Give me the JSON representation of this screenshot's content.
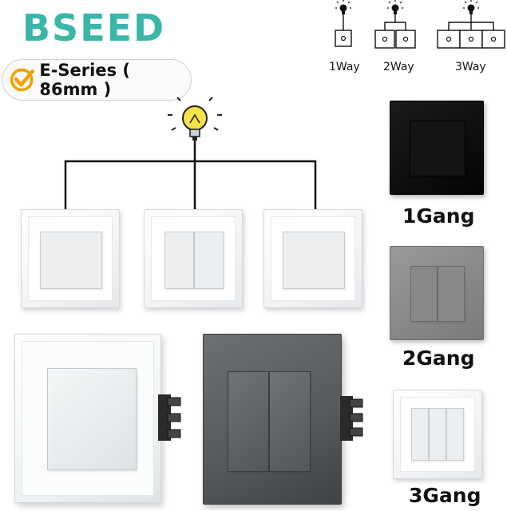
{
  "brand": {
    "name": "BSEED",
    "color": "#39b6a8"
  },
  "badge": {
    "label": "E-Series ( 86mm )",
    "icon": "check-circle-icon",
    "icon_color": "#f2a100"
  },
  "wiring": {
    "icons": [
      "lightbulb-icon",
      "switch-icon"
    ],
    "labels": {
      "one": "1Way",
      "two": "2Way",
      "three": "3Way"
    }
  },
  "gangs": {
    "one": "1Gang",
    "two": "2Gang",
    "three": "3Gang"
  },
  "colors": {
    "bulb": "#f7e24a",
    "wire": "#111111",
    "black_plate": "#0d0d0d",
    "grey_plate": "#8c8c8c",
    "dark_plate": "#595d5f"
  }
}
